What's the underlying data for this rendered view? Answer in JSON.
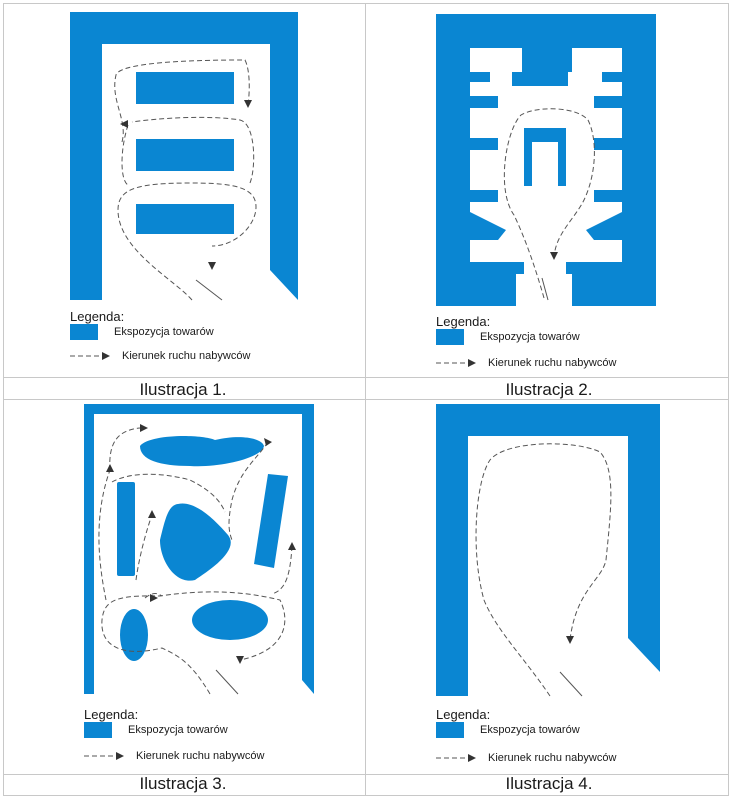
{
  "colors": {
    "exhibit": "#0a86d2",
    "line": "#555555",
    "grid": "#c8c8c8"
  },
  "legend": {
    "title": "Legenda:",
    "exhibit_label": "Ekspozycja towarów",
    "path_label": "Kierunek ruchu nabywców"
  },
  "panels": [
    {
      "caption": "Ilustracja 1."
    },
    {
      "caption": "Ilustracja 2."
    },
    {
      "caption": "Ilustracja 3."
    },
    {
      "caption": "Ilustracja 4."
    }
  ]
}
